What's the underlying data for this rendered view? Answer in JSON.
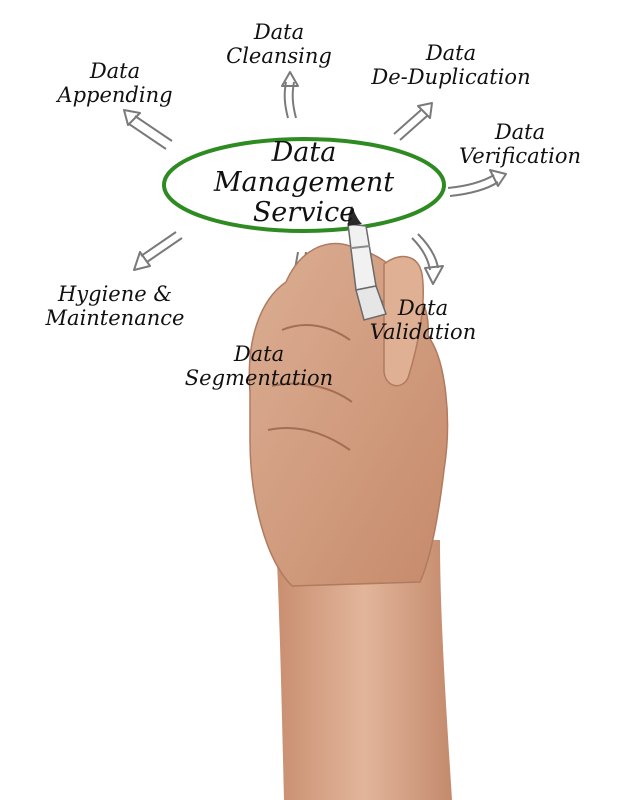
{
  "center": {
    "line1": "Data",
    "line2": "Management",
    "line3": "Service"
  },
  "nodes": {
    "data_appending": {
      "line1": "Data",
      "line2": "Appending"
    },
    "data_cleansing": {
      "line1": "Data",
      "line2": "Cleansing"
    },
    "data_deduplication": {
      "line1": "Data",
      "line2": "De-Duplication"
    },
    "data_verification": {
      "line1": "Data",
      "line2": "Verification"
    },
    "hygiene_maintenance": {
      "line1": "Hygiene &",
      "line2": "Maintenance"
    },
    "data_segmentation": {
      "line1": "Data",
      "line2": "Segmentation"
    },
    "data_validation": {
      "line1": "Data",
      "line2": "Validation"
    }
  },
  "colors": {
    "ellipse": "#2e8b22",
    "text": "#111111",
    "arrow_stroke": "#7a7a7a",
    "skin": "#d9a98c",
    "marker_cap": "#2a2a2a"
  },
  "icons": {
    "hand": "hand-holding-marker",
    "marker": "marker-pen",
    "arrow": "hollow-arrow"
  }
}
